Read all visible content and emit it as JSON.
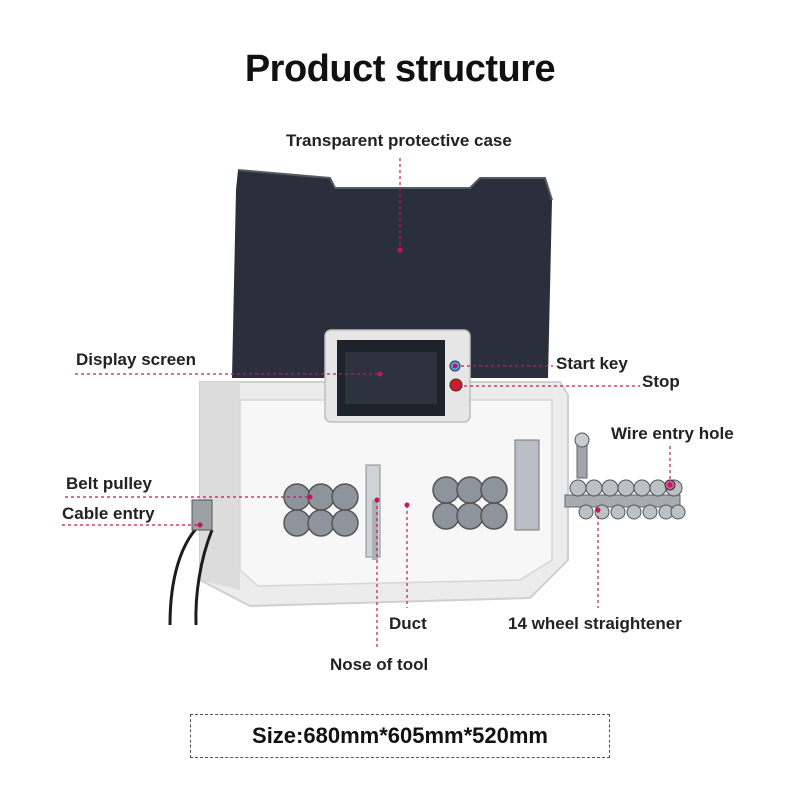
{
  "title": "Product structure",
  "labels": {
    "case": "Transparent protective case",
    "display": "Display screen",
    "start_key": "Start key",
    "stop": "Stop",
    "wire_entry_hole": "Wire entry hole",
    "belt_pulley": "Belt pulley",
    "cable_entry": "Cable entry",
    "duct": "Duct",
    "straightener": "14 wheel straightener",
    "nose_of_tool": "Nose of tool"
  },
  "size": "Size:680mm*605mm*520mm",
  "colors": {
    "leader": "#c2185b",
    "case": "#2b2f3b",
    "body": "#f2f2f2"
  }
}
